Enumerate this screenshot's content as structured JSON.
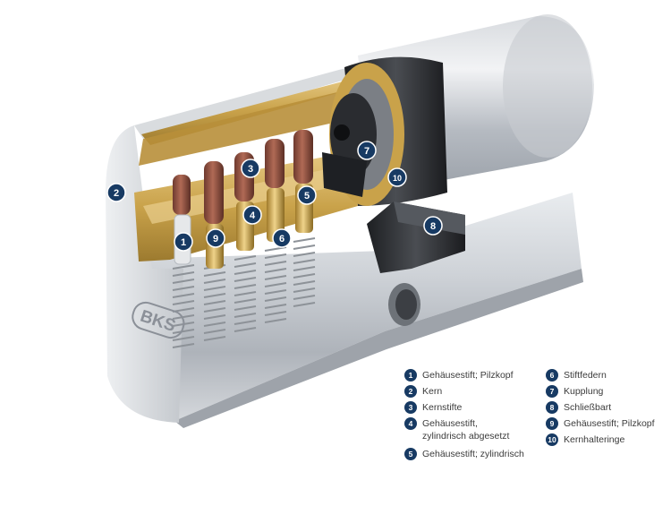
{
  "logo_text": "BKS",
  "callouts": [
    {
      "n": "1"
    },
    {
      "n": "2"
    },
    {
      "n": "3"
    },
    {
      "n": "4"
    },
    {
      "n": "5"
    },
    {
      "n": "6"
    },
    {
      "n": "7"
    },
    {
      "n": "8"
    },
    {
      "n": "9"
    },
    {
      "n": "10"
    }
  ],
  "legend": {
    "left": [
      {
        "n": "1",
        "label": "Gehäusestift; Pilzkopf"
      },
      {
        "n": "2",
        "label": "Kern"
      },
      {
        "n": "3",
        "label": "Kernstifte"
      },
      {
        "n": "4",
        "label": "Gehäusestift,\nzylindrisch abgesetzt"
      },
      {
        "n": "5",
        "label": "Gehäusestift; zylindrisch"
      }
    ],
    "right": [
      {
        "n": "6",
        "label": "Stiftfedern"
      },
      {
        "n": "7",
        "label": "Kupplung"
      },
      {
        "n": "8",
        "label": "Schließbart"
      },
      {
        "n": "9",
        "label": "Gehäusestift; Pilzkopf"
      },
      {
        "n": "10",
        "label": "Kernhalteringe"
      }
    ]
  },
  "colors": {
    "badge": "#173a63",
    "brass": "#c9a24a",
    "copper_pin": "#8a4b3c",
    "steel": "#c9ccd0"
  }
}
